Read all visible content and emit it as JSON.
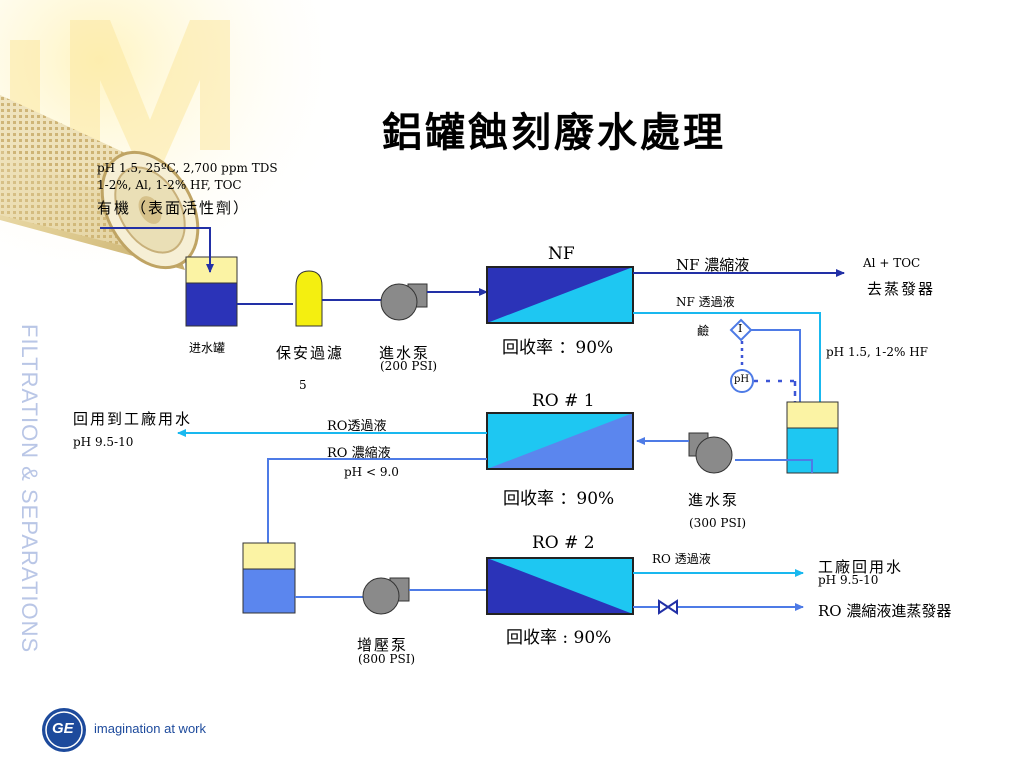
{
  "slide": {
    "title": "鋁罐蝕刻廢水處理",
    "side_brand": "FILTRATION & SEPARATIONS",
    "tagline": "imagination at work",
    "logo_text": "GE"
  },
  "feed": {
    "note_line1": "pH 1.5, 25ºC, 2,700 ppm TDS",
    "note_line2": "1-2%, Al, 1-2% HF, TOC",
    "note_line3": "有機（表面活性劑）",
    "tank_label": "进水罐",
    "filter_label": "保安過濾",
    "filter_num": "5",
    "pump_label": "進水泵",
    "pump_pressure": "(200 PSI)"
  },
  "nf": {
    "title": "NF",
    "recovery": "回收率 ：90%",
    "concentrate_label": "NF 濃縮液",
    "permeate_label": "NF 透過液",
    "dest_top": "Al + TOC",
    "dest_bottom": "去蒸發器",
    "alkali": "鹼",
    "valve_symbol": "I",
    "ph_symbol": "pH",
    "ph_condition": "pH 1.5, 1-2% HF"
  },
  "ro1": {
    "title": "RO # 1",
    "recovery": "回收率 ：90%",
    "permeate_label": "RO透過液",
    "concentrate_label": "RO 濃縮液",
    "concentrate_ph": "pH < 9.0",
    "reuse_label": "回用到工廠用水",
    "reuse_ph": "pH 9.5-10",
    "pump_label": "進水泵",
    "pump_pressure": "(300 PSI)"
  },
  "ro2": {
    "title": "RO # 2",
    "recovery": "回收率 : 90%",
    "permeate_label": "RO 透過液",
    "reuse_label": "工廠回用水",
    "reuse_ph": "pH 9.5-10",
    "concentrate_label": "RO 濃縮液進蒸發器",
    "pump_label": "增壓泵",
    "pump_pressure": "(800 PSI)"
  },
  "colors": {
    "dark_blue": "#2b33b8",
    "light_cyan": "#1ec7f2",
    "mid_blue": "#5b86ee",
    "pale_yellow": "#fbf3a4",
    "yellow": "#f4ef10",
    "pump_gray": "#8a8a8a",
    "line_navy": "#2230a6",
    "line_cyan": "#19b8ef",
    "line_blue": "#4e7be6"
  }
}
